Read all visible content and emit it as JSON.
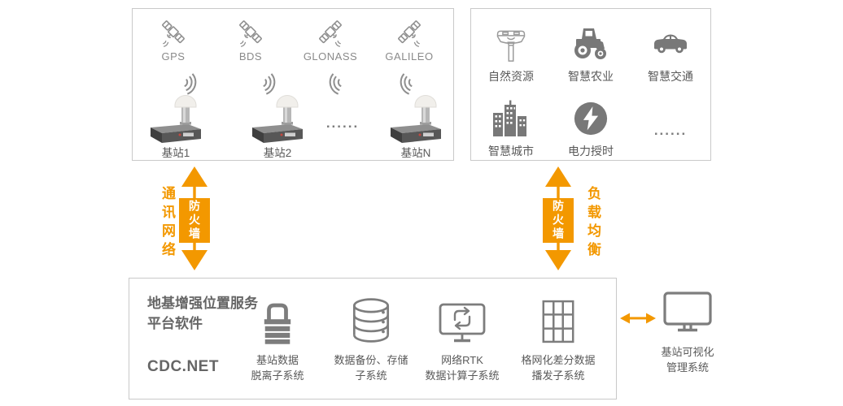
{
  "colors": {
    "accent_orange": "#F39800",
    "box_border": "#c9c9c9",
    "solid_icon_gray": "#787878",
    "line_icon_gray": "#8f8f8f",
    "text_gray": "#595959",
    "title_gray": "#666666"
  },
  "satellite_box": {
    "satellites": [
      {
        "name": "GPS",
        "icon": "satellite-icon"
      },
      {
        "name": "BDS",
        "icon": "satellite-icon"
      },
      {
        "name": "GLONASS",
        "icon": "satellite-icon"
      },
      {
        "name": "GALILEO",
        "icon": "satellite-icon"
      }
    ],
    "signal_icon": "signal-waves-icon",
    "stations": [
      {
        "label": "基站1",
        "icon": "base-station-icon"
      },
      {
        "label": "基站2",
        "icon": "base-station-icon"
      },
      {
        "label": "基站N",
        "icon": "base-station-icon"
      }
    ],
    "dots": "......"
  },
  "apps_box": {
    "items": [
      {
        "label": "自然资源",
        "icon": "gnss-rover-icon"
      },
      {
        "label": "智慧农业",
        "icon": "tractor-icon"
      },
      {
        "label": "智慧交通",
        "icon": "car-icon"
      },
      {
        "label": "智慧城市",
        "icon": "city-icon"
      },
      {
        "label": "电力授时",
        "icon": "power-timing-icon"
      }
    ],
    "dots": "......"
  },
  "left_link": {
    "side_label": "通讯网络",
    "badge": "防火墙"
  },
  "right_link": {
    "side_label": "负载均衡",
    "badge": "防火墙"
  },
  "platform_box": {
    "title": "地基增强位置服务\n平台软件",
    "product": "CDC.NET",
    "subsystems": [
      {
        "label": "基站数据\n脱离子系统",
        "icon": "lock-icon"
      },
      {
        "label": "数据备份、存储\n子系统",
        "icon": "database-icon"
      },
      {
        "label": "网络RTK\n数据计算子系统",
        "icon": "sync-monitor-icon"
      },
      {
        "label": "格网化差分数据\n播发子系统",
        "icon": "grid-icon"
      }
    ]
  },
  "management": {
    "label": "基站可视化\n管理系统",
    "icon": "monitor-icon"
  }
}
